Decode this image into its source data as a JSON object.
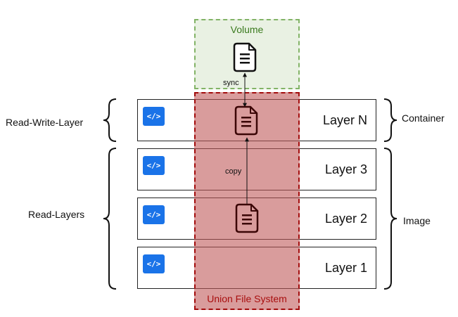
{
  "diagram": {
    "volume": {
      "title": "Volume"
    },
    "union_fs": {
      "title": "Union File System"
    },
    "layers": [
      {
        "label": "Layer N",
        "icon": "code-icon",
        "icon_text": "</>"
      },
      {
        "label": "Layer 3",
        "icon": "code-icon",
        "icon_text": "</>"
      },
      {
        "label": "Layer 2",
        "icon": "code-icon",
        "icon_text": "</>"
      },
      {
        "label": "Layer 1",
        "icon": "code-icon",
        "icon_text": "</>"
      }
    ],
    "left_labels": {
      "read_write": "Read-Write-Layer",
      "read": "Read-Layers"
    },
    "right_labels": {
      "container": "Container",
      "image": "Image"
    },
    "arrows": {
      "sync": "sync",
      "copy": "copy"
    },
    "colors": {
      "volume_fill": "#e9f1e3",
      "volume_border": "#82b366",
      "ufs_fill": "#c05a5a",
      "ufs_border": "#a20b0b",
      "icon_blue": "#1a73e8",
      "file_dark": "#3b0606"
    }
  }
}
